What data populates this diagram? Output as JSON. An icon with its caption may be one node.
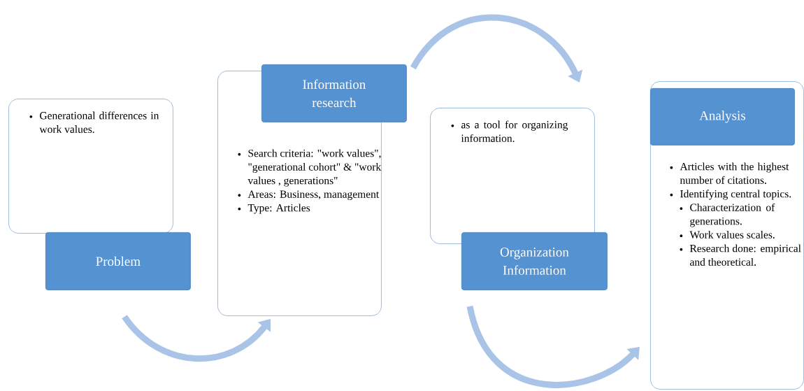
{
  "diagram": {
    "nodes": [
      {
        "text": [
          "Generational differences in work values."
        ]
      },
      {
        "text": [
          "Problem"
        ]
      },
      {
        "text": [
          "Information research"
        ]
      },
      {
        "text": [
          "Search criteria: \"work values\", \"generational cohort\" & \"work values , generations\"",
          "Areas: Business, management",
          "Type: Articles"
        ]
      },
      {
        "text": [
          "as a tool for organizing information."
        ]
      },
      {
        "text": [
          "Organization Information"
        ]
      },
      {
        "text": [
          "Articles with the highest number of citations.",
          "Identifying central topics.",
          "Characterization of generations.",
          "Work values scales.",
          "Research done: empirical and theoretical."
        ]
      },
      {
        "text": [
          "Analysis"
        ],
        "in": 6
      }
    ],
    "edges": [
      {
        "from": 1,
        "to": 3,
        "arrow": "to"
      },
      {
        "from": 2,
        "to": 4,
        "arrow": "to"
      },
      {
        "from": 5,
        "to": 6,
        "arrow": "to"
      }
    ]
  }
}
